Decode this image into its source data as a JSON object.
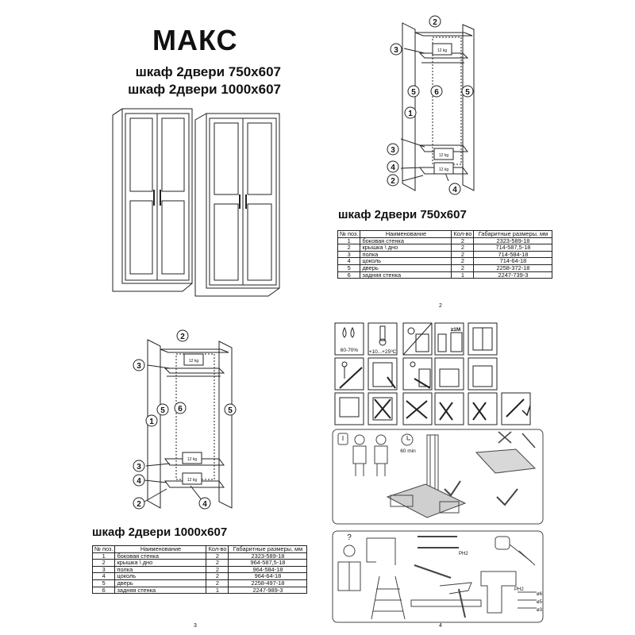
{
  "page1": {
    "title": "МАКС",
    "subtitles": [
      "шкаф 2двери 750x607",
      "шкаф 2двери 1000x607"
    ]
  },
  "page2": {
    "table_title": "шкаф 2двери 750x607",
    "headers": [
      "№ поз.",
      "Наименование",
      "Кол-во",
      "Габаритные размеры, мм"
    ],
    "rows": [
      [
        "1",
        "боковая стенка",
        "2",
        "2323-589-18"
      ],
      [
        "2",
        "крышка \\ дно",
        "2",
        "714-587,5-18"
      ],
      [
        "3",
        "полка",
        "2",
        "714-584-18"
      ],
      [
        "4",
        "цоколь",
        "2",
        "714-64-18"
      ],
      [
        "5",
        "дверь",
        "2",
        "2258-372-18"
      ],
      [
        "6",
        "задняя стенка",
        "1",
        "2247-739-3"
      ]
    ],
    "page_number": "2",
    "shelf_load": "12 kg"
  },
  "page3": {
    "table_title": "шкаф 2двери 1000x607",
    "headers": [
      "№ поз.",
      "Наименование",
      "Кол-во",
      "Габаритные размеры, мм"
    ],
    "rows": [
      [
        "1",
        "боковая стенка",
        "2",
        "2323-589-18"
      ],
      [
        "2",
        "крышка \\ дно",
        "2",
        "964-587,5-18"
      ],
      [
        "3",
        "полка",
        "2",
        "964-584-18"
      ],
      [
        "4",
        "цоколь",
        "2",
        "964-64-18"
      ],
      [
        "5",
        "дверь",
        "2",
        "2258-497-18"
      ],
      [
        "6",
        "задняя стенка",
        "1",
        "2247-989-3"
      ]
    ],
    "page_number": "3",
    "shelf_load": "12 kg"
  },
  "page4": {
    "humidity": "60-70%",
    "temperature": "+10...+25ºC",
    "distance": "≥1M",
    "time": "60 min",
    "tool_label_1": "PH2",
    "tool_label_2": "PH2",
    "drill_sizes": [
      "ø6",
      "ø5",
      "ø3"
    ],
    "page_number": "4"
  },
  "callouts": [
    "1",
    "2",
    "3",
    "4",
    "5",
    "6"
  ]
}
